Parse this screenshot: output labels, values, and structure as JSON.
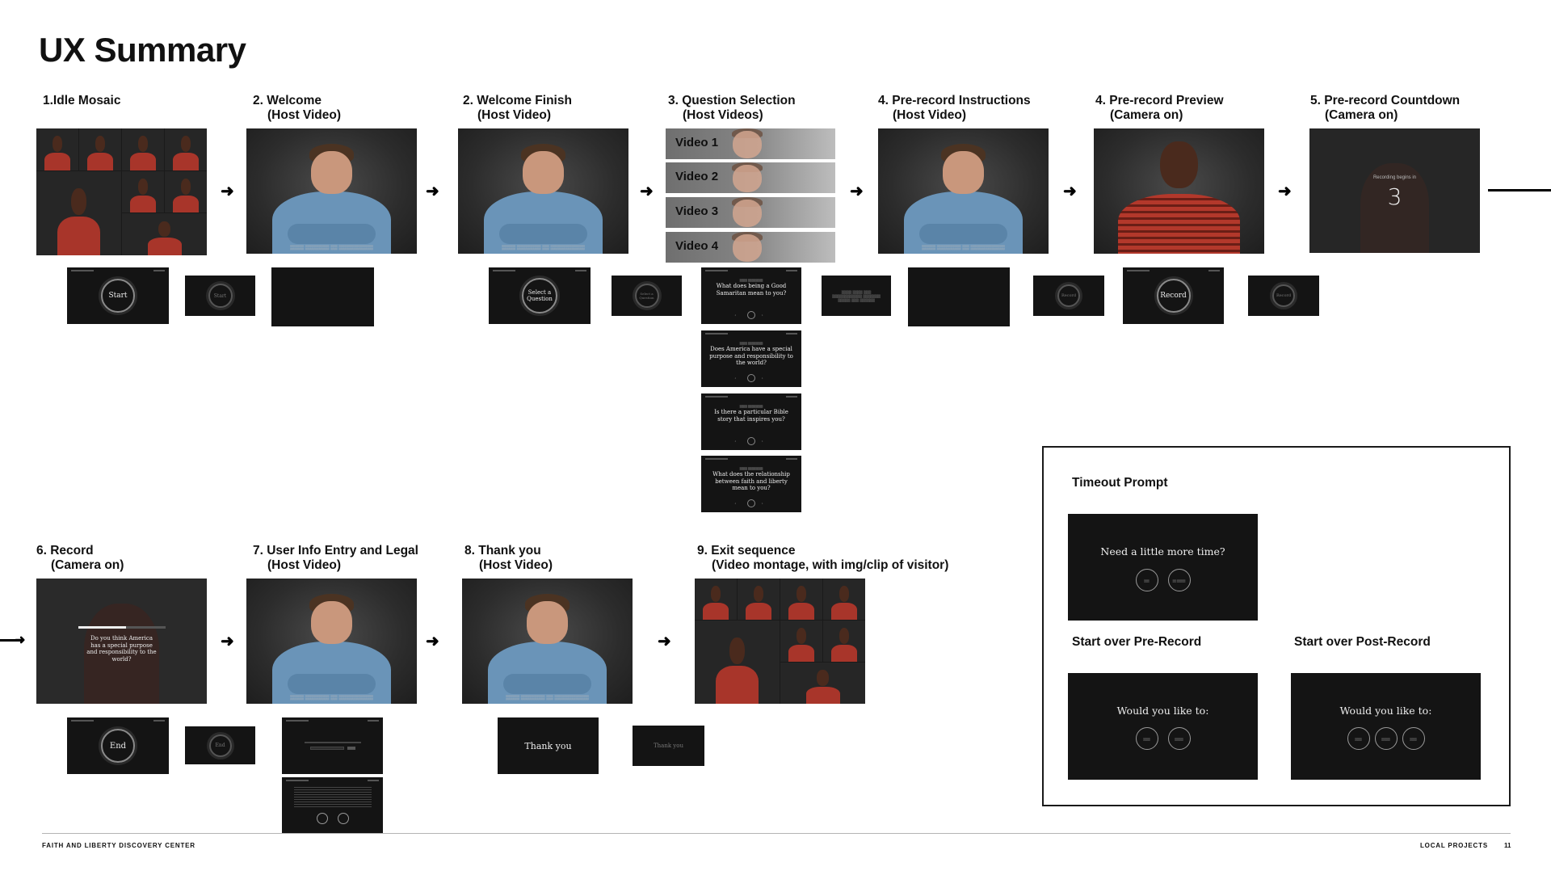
{
  "title": "UX Summary",
  "steps": {
    "s1": {
      "line1": "1.Idle Mosaic",
      "line2": ""
    },
    "s2": {
      "line1": "2. Welcome",
      "line2": "(Host Video)"
    },
    "s3": {
      "line1": "2. Welcome Finish",
      "line2": "(Host Video)"
    },
    "s4": {
      "line1": "3. Question Selection",
      "line2": "(Host Videos)"
    },
    "s5": {
      "line1": "4. Pre-record Instructions",
      "line2": "(Host Video)"
    },
    "s6": {
      "line1": "4. Pre-record Preview",
      "line2": "(Camera on)"
    },
    "s7": {
      "line1": "5. Pre-record Countdown",
      "line2": "(Camera on)"
    },
    "s8": {
      "line1": "6. Record",
      "line2": "(Camera on)"
    },
    "s9": {
      "line1": "7. User Info Entry and Legal",
      "line2": "(Host Video)"
    },
    "s10": {
      "line1": "8. Thank you",
      "line2": "(Host Video)"
    },
    "s11": {
      "line1": "9. Exit sequence",
      "line2": "(Video montage, with img/clip of visitor)"
    }
  },
  "videos": [
    "Video 1",
    "Video 2",
    "Video 3",
    "Video 4"
  ],
  "questions": [
    "What does being a Good Samaritan mean to you?",
    "Does America have a special purpose and responsibility to the world?",
    "Is there a particular Bible story that inspires you?",
    "What does the relationship between faith and liberty mean to you?"
  ],
  "buttons": {
    "start": "Start",
    "select": "Select a Question",
    "record": "Record",
    "end": "End",
    "thank_you": "Thank you"
  },
  "countdown": {
    "caption": "Recording begins in",
    "number": "3"
  },
  "record_question": "Do you think America has a special purpose and responsibility to the world?",
  "timeout": {
    "heading": "Timeout Prompt",
    "need_time": "Need a little more time?",
    "pre_label": "Start over Pre-Record",
    "post_label": "Start over Post-Record",
    "would_like": "Would you like to:"
  },
  "footer": {
    "left": "FAITH AND LIBERTY DISCOVERY CENTER",
    "right": "LOCAL PROJECTS",
    "page": "11"
  }
}
